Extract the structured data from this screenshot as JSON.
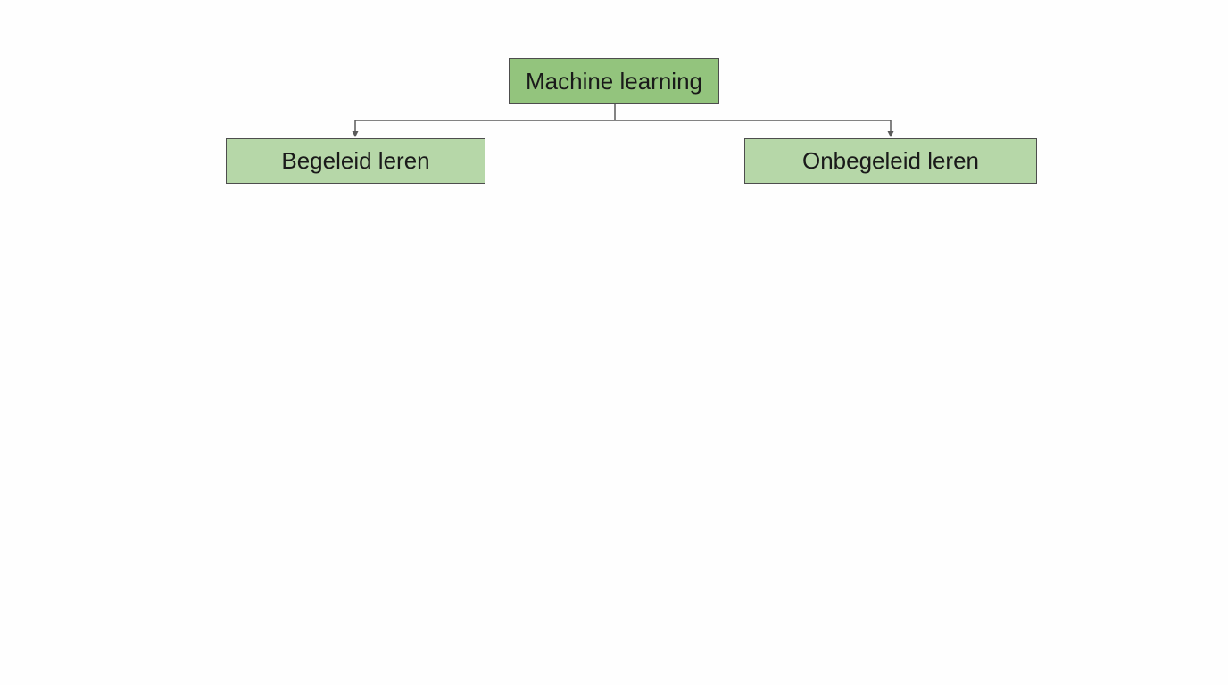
{
  "diagram": {
    "root": {
      "label": "Machine learning",
      "fill": "#93c47d"
    },
    "children": [
      {
        "label": "Begeleid leren",
        "fill": "#b6d7a8"
      },
      {
        "label": "Onbegeleid leren",
        "fill": "#b6d7a8"
      }
    ],
    "connector_color": "#5a5a5a"
  }
}
